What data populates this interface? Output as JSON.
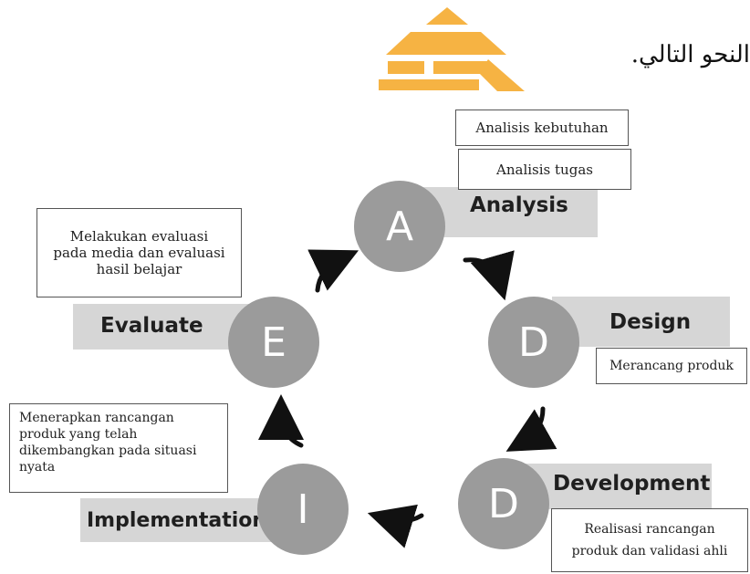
{
  "header": {
    "arabic_text": "النحو التالي."
  },
  "watermark": {
    "color": "#f5a623"
  },
  "stages": {
    "analysis": {
      "letter": "A",
      "title": "Analysis",
      "notes": [
        "Analisis kebutuhan",
        "Analisis tugas"
      ]
    },
    "design": {
      "letter": "D",
      "title": "Design",
      "note": "Merancang produk"
    },
    "development": {
      "letter": "D",
      "title": "Development",
      "note": "Realisasi rancangan produk dan validasi ahli"
    },
    "implementation": {
      "letter": "I",
      "title": "Implementation",
      "note": "Menerapkan rancangan produk yang telah dikembangkan pada situasi nyata"
    },
    "evaluate": {
      "letter": "E",
      "title": "Evaluate",
      "note": "Melakukan evaluasi pada media dan evaluasi hasil belajar"
    }
  },
  "colors": {
    "circle": "#9b9b9b",
    "band": "#d6d6d6",
    "arrow": "#111111"
  }
}
